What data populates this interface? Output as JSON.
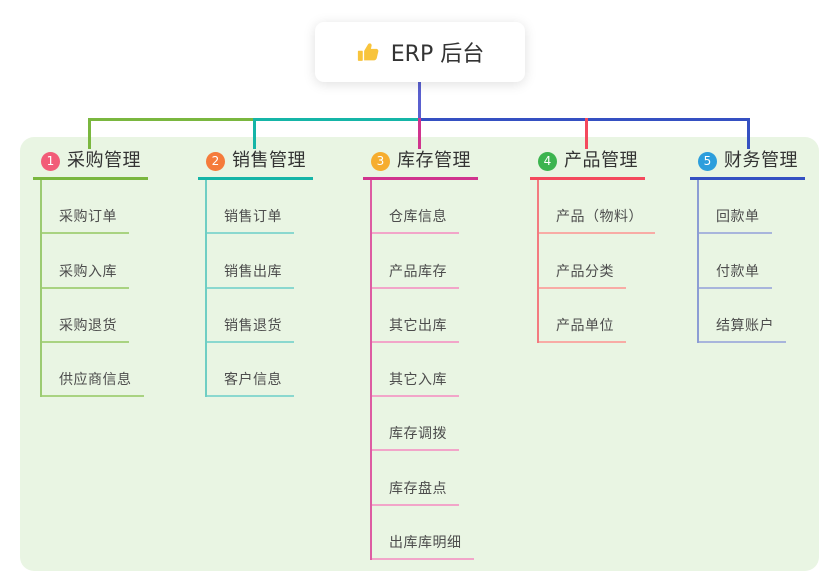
{
  "root": {
    "title": "ERP 后台",
    "icon": "thumbs-up-icon",
    "icon_color": "#F8C43C",
    "line_color": "#5A60CF"
  },
  "panel_color": "#E9F5E3",
  "branches": [
    {
      "index": "1",
      "title": "采购管理",
      "badge_color": "#F25C78",
      "line_color": "#7AB73F",
      "child_vline_color": "#9CCB72",
      "child_line_color": "#A9D381",
      "children": [
        "采购订单",
        "采购入库",
        "采购退货",
        "供应商信息"
      ]
    },
    {
      "index": "2",
      "title": "销售管理",
      "badge_color": "#F57B3B",
      "line_color": "#15B5A7",
      "child_vline_color": "#6FCEC3",
      "child_line_color": "#8AD8CF",
      "children": [
        "销售订单",
        "销售出库",
        "销售退货",
        "客户信息"
      ]
    },
    {
      "index": "3",
      "title": "库存管理",
      "badge_color": "#F6AD2E",
      "line_color": "#D0348E",
      "child_vline_color": "#DD5CA2",
      "child_line_color": "#F2A5C9",
      "children": [
        "仓库信息",
        "产品库存",
        "其它出库",
        "其它入库",
        "库存调拨",
        "库存盘点",
        "出库库明细"
      ]
    },
    {
      "index": "4",
      "title": "产品管理",
      "badge_color": "#3CB44F",
      "line_color": "#F4495D",
      "child_vline_color": "#F37B80",
      "child_line_color": "#F8ABA5",
      "children": [
        "产品（物料）",
        "产品分类",
        "产品单位"
      ]
    },
    {
      "index": "5",
      "title": "财务管理",
      "badge_color": "#2C9EDC",
      "line_color": "#3550C2",
      "child_vline_color": "#8C9DD4",
      "child_line_color": "#A8B5DC",
      "children": [
        "回款单",
        "付款单",
        "结算账户"
      ]
    }
  ]
}
